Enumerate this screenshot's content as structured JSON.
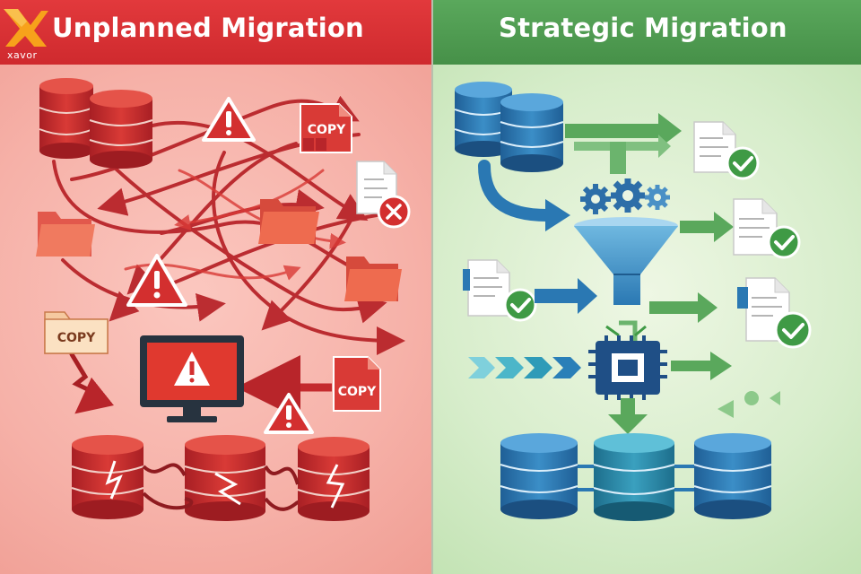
{
  "brand": {
    "name": "xavor",
    "color": "#f7a21b"
  },
  "left_panel": {
    "title": "Unplanned Migration",
    "header_color": "#d8302f",
    "labels": {
      "copy_doc_top": "COPY",
      "copy_folder": "COPY",
      "copy_doc_bottom": "COPY"
    },
    "icons": [
      "database-icon",
      "warning-icon",
      "folder-icon",
      "document-error-icon",
      "monitor-warning-icon",
      "tangled-arrows"
    ]
  },
  "right_panel": {
    "title": "Strategic Migration",
    "header_color": "#4f9d51",
    "icons": [
      "database-icon",
      "gear-icon",
      "funnel-icon",
      "processor-chip-icon",
      "document-check-icon",
      "chevron-arrows"
    ]
  }
}
